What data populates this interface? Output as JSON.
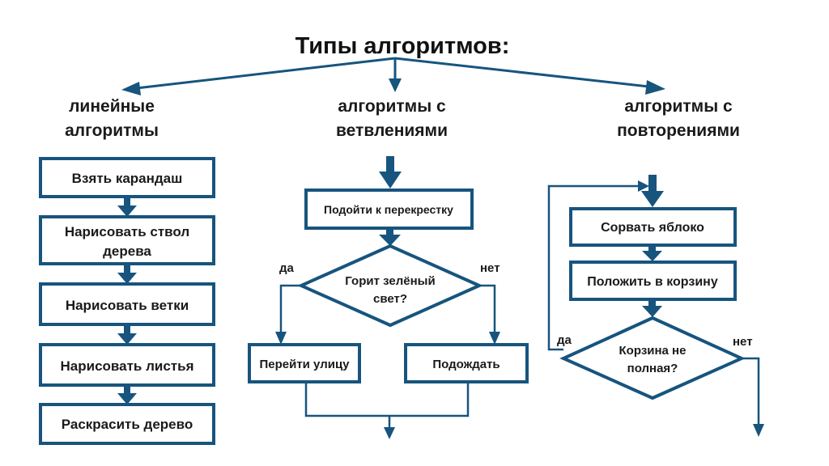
{
  "title": "Типы алгоритмов:",
  "colors": {
    "stroke": "#17547e",
    "text": "#1a1a1a"
  },
  "categories": {
    "linear": {
      "line1": "линейные",
      "line2": "алгоритмы"
    },
    "branching": {
      "line1": "алгоритмы с",
      "line2": "ветвлениями"
    },
    "loop": {
      "line1": "алгоритмы с",
      "line2": "повторениями"
    }
  },
  "linear_steps": [
    {
      "line1": "Взять карандаш"
    },
    {
      "line1": "Нарисовать ствол",
      "line2": "дерева"
    },
    {
      "line1": "Нарисовать ветки"
    },
    {
      "line1": "Нарисовать листья"
    },
    {
      "line1": "Раскрасить дерево"
    }
  ],
  "branching": {
    "start": "Подойти к перекрестку",
    "condition": {
      "line1": "Горит зелёный",
      "line2": "свет?"
    },
    "yes_label": "да",
    "no_label": "нет",
    "yes_action": "Перейти улицу",
    "no_action": "Подождать"
  },
  "loop": {
    "step1": "Сорвать яблоко",
    "step2": "Положить в корзину",
    "condition": {
      "line1": "Корзина не",
      "line2": "полная?"
    },
    "yes_label": "да",
    "no_label": "нет"
  }
}
